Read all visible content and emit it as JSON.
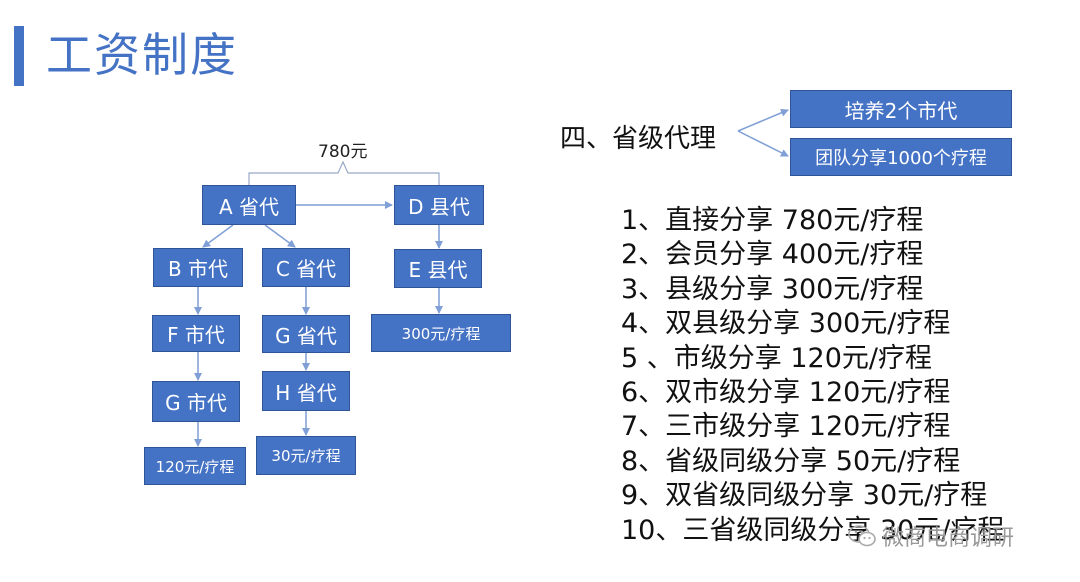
{
  "title": "工资制度",
  "diagram": {
    "top_amount": "780元",
    "nodes": {
      "a": "A 省代",
      "b": "B 市代",
      "c": "C 省代",
      "d": "D 县代",
      "e": "E 县代",
      "f": "F 市代",
      "g_city": "G 市代",
      "g_prov": "G 省代",
      "h": "H 省代",
      "county_amount": "300元/疗程",
      "city_amount": "120元/疗程",
      "prov_amount": "30元/疗程"
    },
    "colors": {
      "box_fill": "#4472c4",
      "box_border": "#2f5597",
      "arrow": "#7f9fd6"
    }
  },
  "province": {
    "heading": "四、省级代理",
    "branches": [
      "培养2个市代",
      "团队分享1000个疗程"
    ]
  },
  "share_list": [
    "1、直接分享 780元/疗程",
    "2、会员分享 400元/疗程",
    "3、县级分享 300元/疗程",
    "4、双县级分享 300元/疗程",
    "5 、市级分享 120元/疗程",
    "6、双市级分享 120元/疗程",
    "7、三市级分享 120元/疗程",
    "8、省级同级分享 50元/疗程",
    "9、双省级同级分享 30元/疗程",
    "10、三省级同级分享 30元/疗程"
  ],
  "watermark": {
    "text": "微商电商调研",
    "icon": "wechat-icon"
  }
}
